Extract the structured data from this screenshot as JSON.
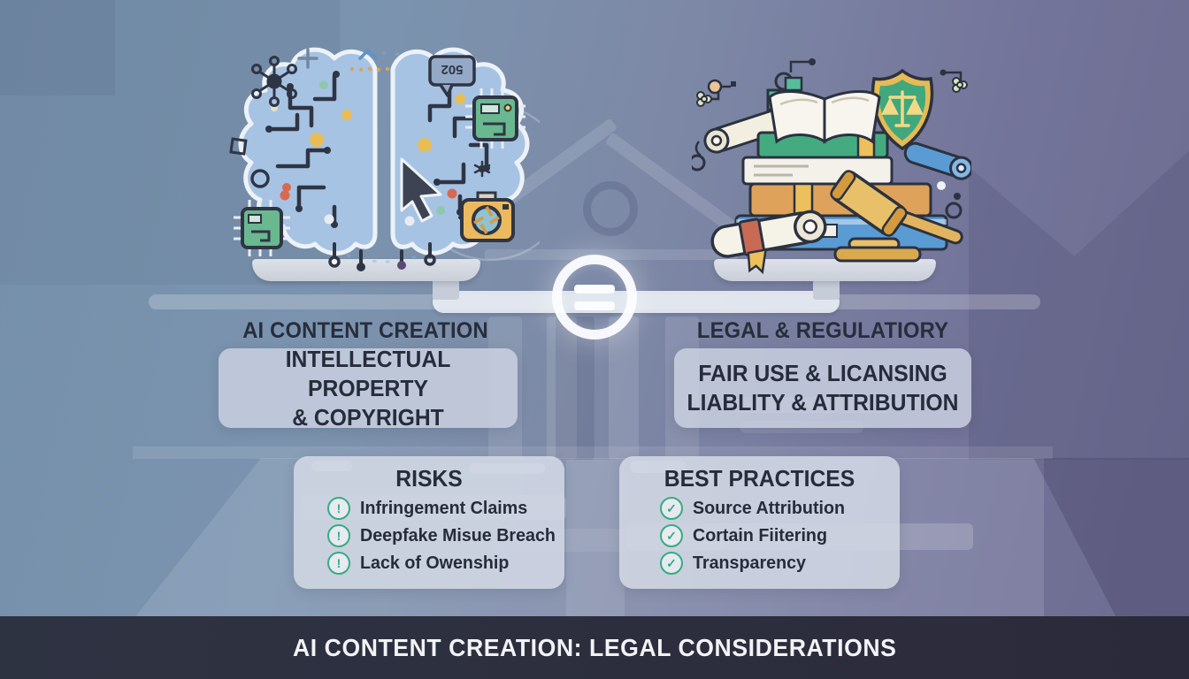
{
  "banner": {
    "title": "AI CONTENT CREATION: LEGAL CONSIDERATIONS"
  },
  "left_section": {
    "heading": "AI CONTENT CREATION",
    "box": {
      "line1": "INTELLECTUAL PROPERTY",
      "line2": "& COPYRIGHT"
    }
  },
  "right_section": {
    "heading": "LEGAL & REGULATIORY",
    "box": {
      "line1": "FAIR USE & LICANSING",
      "line2": "LIABLITY & ATTRIBUTION"
    }
  },
  "risks_card": {
    "title": "RISKS",
    "items": [
      {
        "icon": "exclamation-circle-icon",
        "glyph": "!",
        "label": "Infringement Claims"
      },
      {
        "icon": "exclamation-circle-icon",
        "glyph": "!",
        "label": "Deepfake Misue Breach"
      },
      {
        "icon": "exclamation-circle-icon",
        "glyph": "!",
        "label": "Lack of Owenship"
      }
    ]
  },
  "best_practices_card": {
    "title": "BEST PRACTICES",
    "items": [
      {
        "icon": "check-circle-icon",
        "glyph": "✓",
        "label": "Source Attribution"
      },
      {
        "icon": "check-circle-icon",
        "glyph": "✓",
        "label": "Cortain Fiitering"
      },
      {
        "icon": "check-circle-icon",
        "glyph": "✓",
        "label": "Transparency"
      }
    ]
  },
  "scale": {
    "symbol": "=",
    "left_pan_art": "ai-brain-circuits",
    "right_pan_art": "law-books-gavel-shield"
  },
  "brain_art": {
    "speech_bubble_text": "502"
  },
  "icons": {
    "equals": "equals-icon",
    "risk": "exclamation-circle-icon",
    "practice": "check-circle-icon"
  },
  "colors": {
    "accent_green": "#35ad7f",
    "banner_bg": "#2c3040",
    "bg_blue": "#7b93ae",
    "bg_purple": "#6c6b90",
    "box_bg": "#ced4e3",
    "text_dark": "#262c3a",
    "brain_blue": "#a6c3e3",
    "book_green": "#44ab80",
    "book_tan": "#dfa25b",
    "book_blue": "#5b9bd4",
    "gavel_gold": "#e8c06a"
  }
}
